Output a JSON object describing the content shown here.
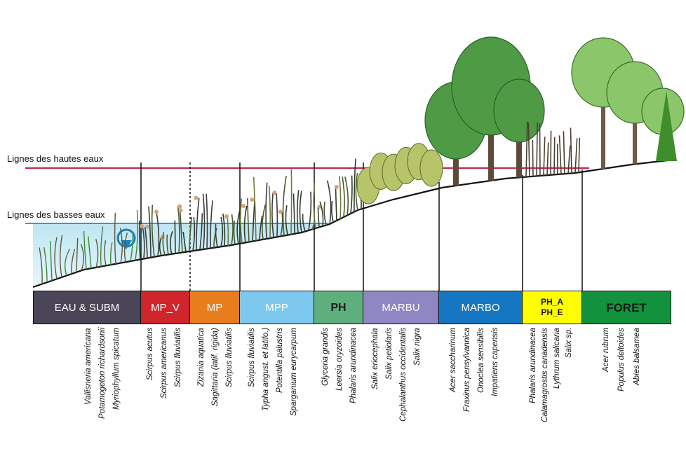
{
  "water_lines": {
    "high": {
      "label": "Lignes des hautes eaux",
      "color": "#c8204a"
    },
    "low": {
      "label": "Lignes des basses eaux",
      "color": "#1ea3d8"
    }
  },
  "zones": [
    {
      "name": "zone-eau-subm",
      "label": "EAU & SUBM",
      "bg": "#4b4558",
      "fg": "#ffffff",
      "species": [
        "Vallisneria americana",
        "Potamogeton richardsonii",
        "Myriophyllum spicatum"
      ]
    },
    {
      "name": "zone-mp-v",
      "label": "MP_V",
      "bg": "#d0252a",
      "fg": "#ffffff",
      "species": [
        "Scirpus acutus",
        "Scirpus americanus",
        "Scirpus fluviatilis"
      ]
    },
    {
      "name": "zone-mp",
      "label": "MP",
      "bg": "#e87d1e",
      "fg": "#ffffff",
      "species": [
        "Zizania aquatica",
        "Sagittaria (latif. rigida)",
        "Scirpus fluviatilis"
      ]
    },
    {
      "name": "zone-mpp",
      "label": "MPP",
      "bg": "#7dc8ef",
      "fg": "#ffffff",
      "species": [
        "Scirpus fluviatilis",
        "Typha angust. et latifo.)",
        "Potentilla palustris",
        "Sparganium eurycarpum"
      ]
    },
    {
      "name": "zone-ph",
      "label": "PH",
      "bg": "#5fae7e",
      "fg": "#1b1b1b",
      "species": [
        "Glyceria grandis",
        "Leersia oryzoides",
        "Phalaris arundinacea"
      ]
    },
    {
      "name": "zone-marbu",
      "label": "MARBU",
      "bg": "#8f86c4",
      "fg": "#ffffff",
      "species": [
        "Salix eriocephala",
        "Salix petiolaris",
        "Cephalanthus occidentalis",
        "Salix nigra"
      ]
    },
    {
      "name": "zone-marbo",
      "label": "MARBO",
      "bg": "#1577c2",
      "fg": "#ffffff",
      "species": [
        "Acer saccharinum",
        "Fraxinus pensylvannica",
        "Onoclea sensibilis",
        "Impatiens capensis"
      ]
    },
    {
      "name": "zone-ph-a-e",
      "label": "PH_A",
      "label2": "PH_E",
      "bg": "#ffff00",
      "fg": "#111111",
      "species": [
        "Phalaris arundinacea",
        "Calamagrostis canadensis",
        "Lythrum salicaria",
        "Salix sp."
      ]
    },
    {
      "name": "zone-foret",
      "label": "FORET",
      "bg": "#13923d",
      "fg": "#1b1b1b",
      "species": [
        "Acer rubrum",
        "Populus deltoides",
        "Abies balsamea"
      ]
    }
  ]
}
